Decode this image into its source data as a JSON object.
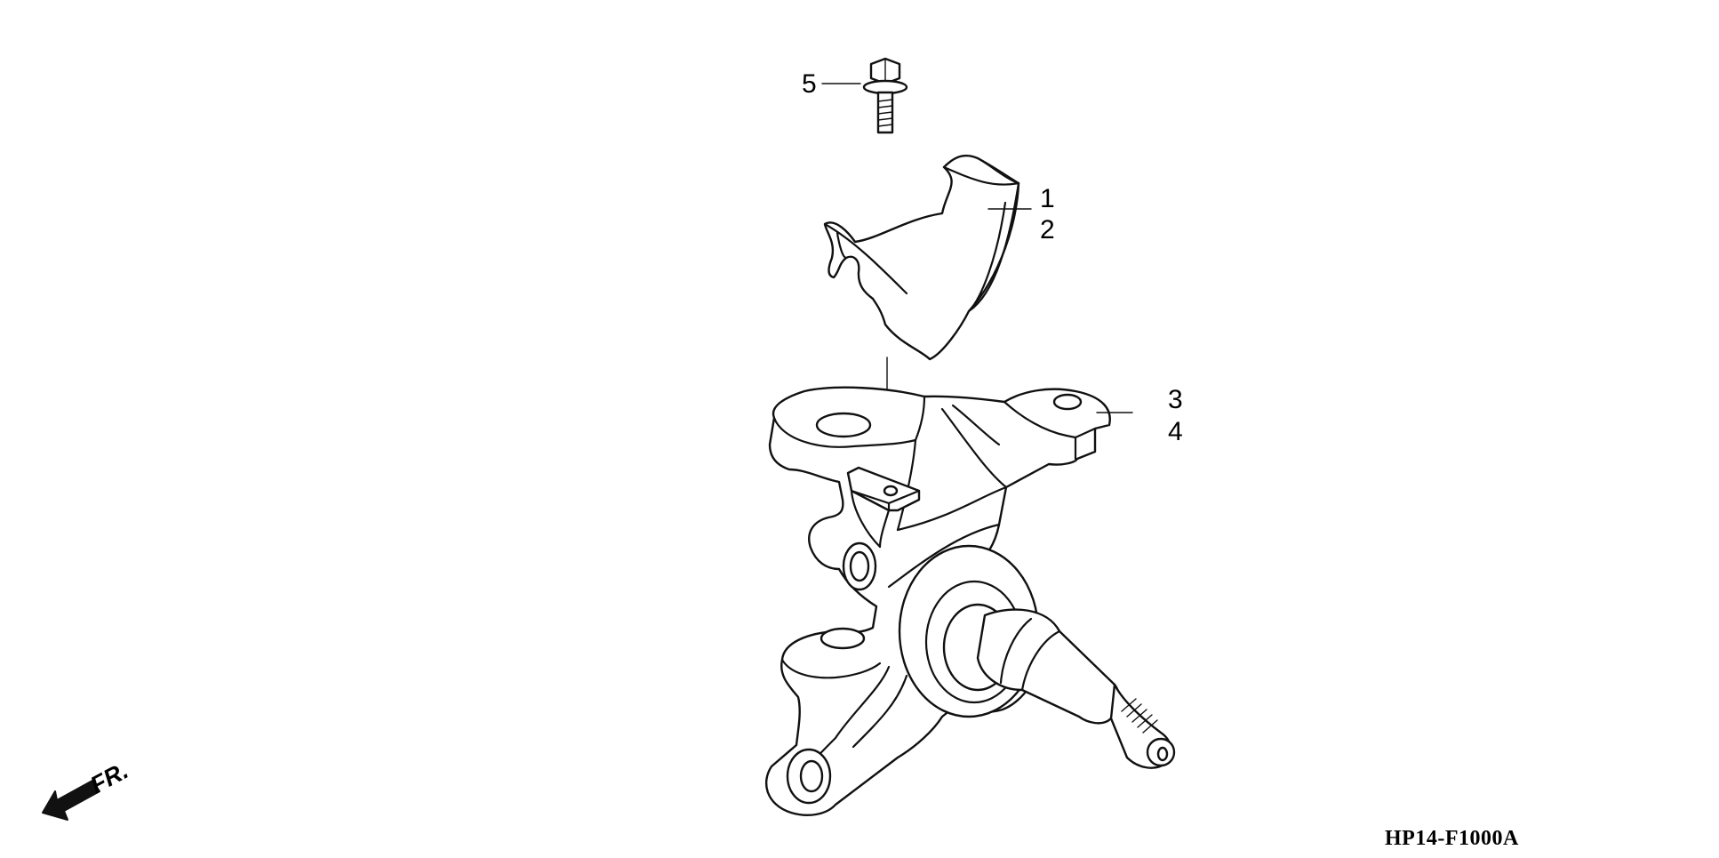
{
  "diagram": {
    "callouts": [
      {
        "id": "5",
        "label": "5"
      },
      {
        "id": "1",
        "label": "1"
      },
      {
        "id": "2",
        "label": "2"
      },
      {
        "id": "3",
        "label": "3"
      },
      {
        "id": "4",
        "label": "4"
      }
    ],
    "direction_marker": {
      "label": "FR.",
      "icon": "front-arrow-icon"
    },
    "diagram_code": "HP14-F1000A"
  }
}
